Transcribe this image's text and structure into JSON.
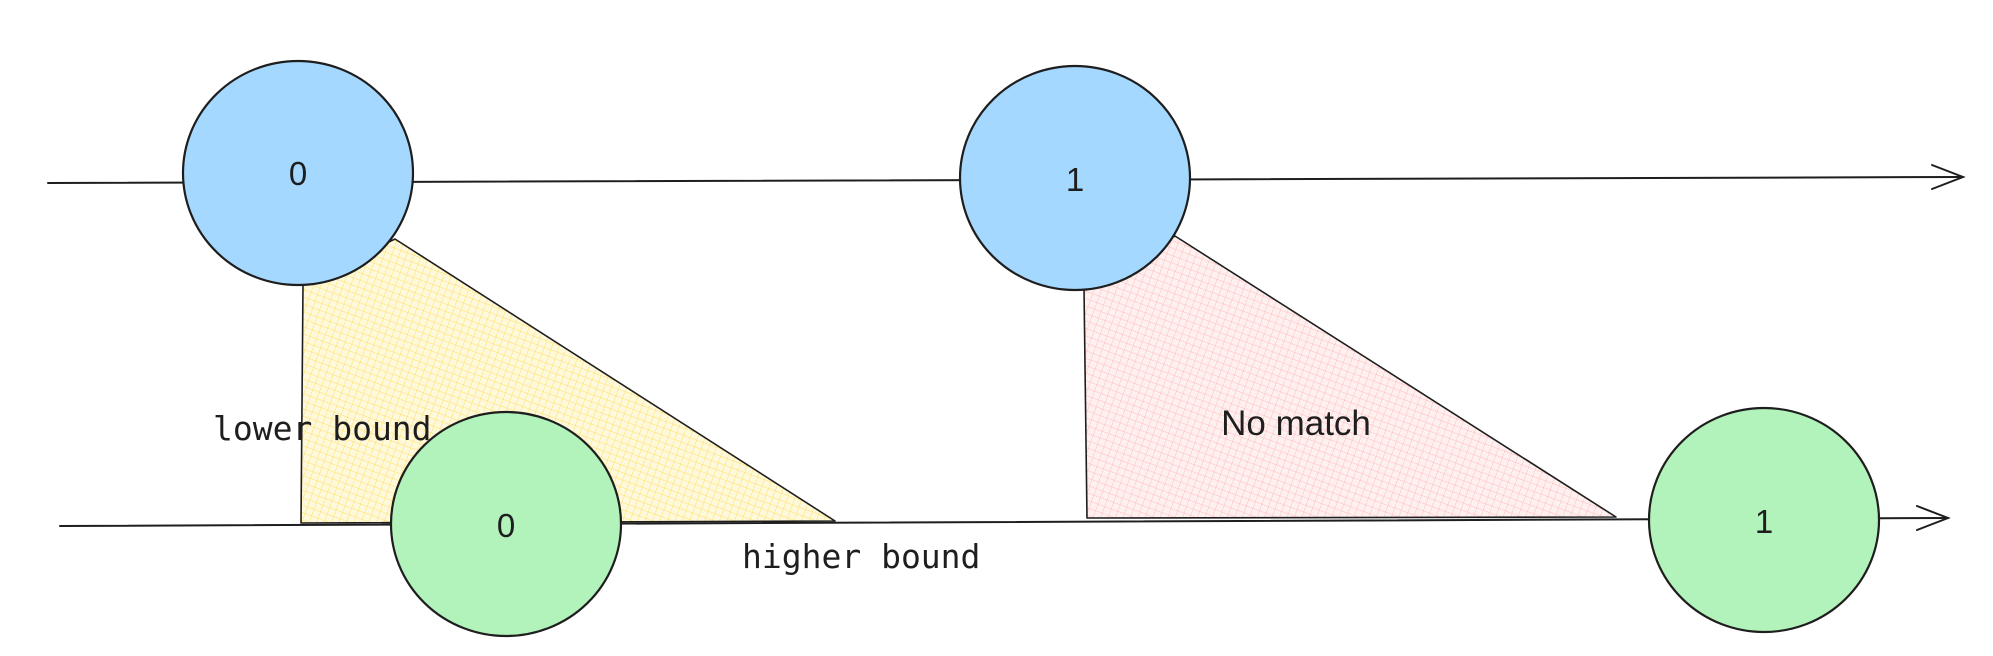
{
  "colors": {
    "stroke": "#1e1e1e",
    "top_node_fill": "#a5d8ff",
    "bottom_node_fill": "#b2f2bb",
    "match_region_hatch": "#ffd43b",
    "no_match_region_hatch": "#ffa8a8",
    "background": "#ffffff"
  },
  "top_stream": {
    "nodes": [
      {
        "label": "0"
      },
      {
        "label": "1"
      }
    ]
  },
  "bottom_stream": {
    "nodes": [
      {
        "label": "0"
      },
      {
        "label": "1"
      }
    ]
  },
  "annotations": {
    "lower_bound": "lower bound",
    "higher_bound": "higher bound",
    "no_match": "No match"
  }
}
